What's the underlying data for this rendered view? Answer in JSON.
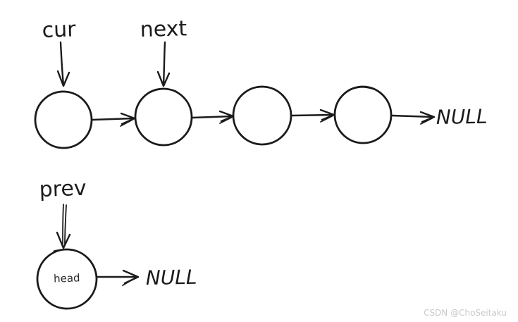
{
  "diagram": {
    "top_list": {
      "cur_label": "cur",
      "next_label": "next",
      "null_label": "NULL",
      "node_count": 4
    },
    "bottom_list": {
      "prev_label": "prev",
      "head_label": "head",
      "null_label": "NULL"
    },
    "watermark": "CSDN @ChoSeitaku",
    "colors": {
      "ink": "#1b1b1b",
      "background": "#ffffff",
      "watermark": "#c9c9c9"
    }
  }
}
